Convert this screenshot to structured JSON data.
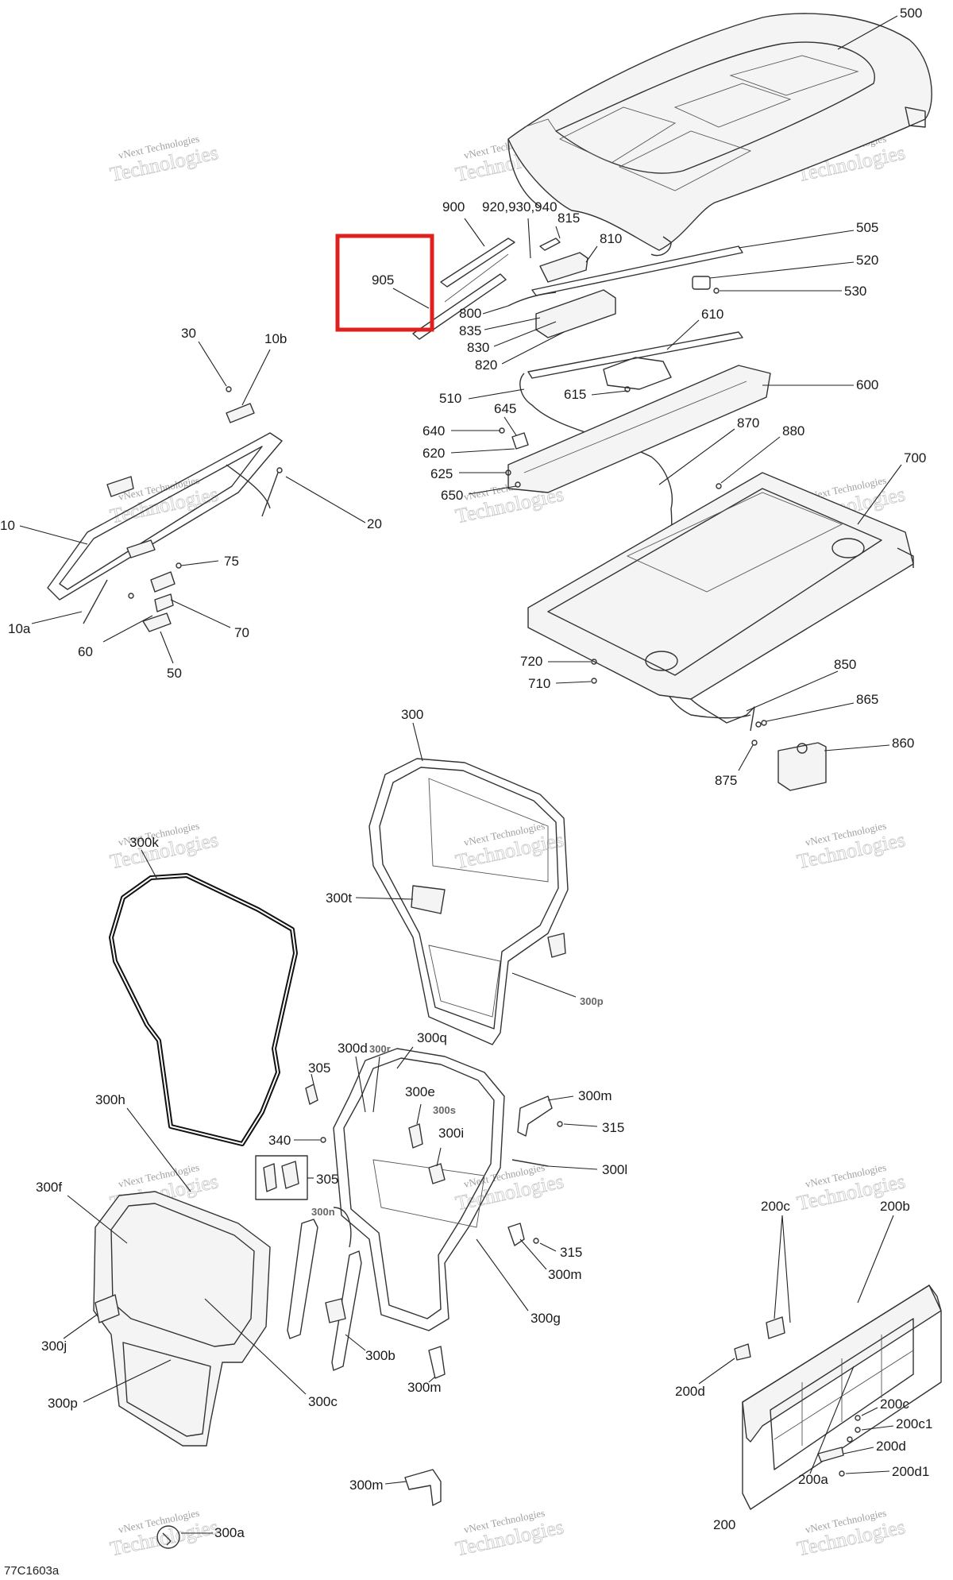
{
  "diagram": {
    "doc_id": "77C1603a",
    "watermark": {
      "line1": "vNext Technologies",
      "line2": "Technologies"
    },
    "highlight_color": "#e0201c",
    "highlighted_part": "905",
    "callouts": {
      "p500": "500",
      "p505": "505",
      "p520": "520",
      "p530": "530",
      "p900": "900",
      "p920": "920,930,940",
      "p815": "815",
      "p810": "810",
      "p905": "905",
      "p800": "800",
      "p835": "835",
      "p830": "830",
      "p820": "820",
      "p610": "610",
      "p600": "600",
      "p615": "615",
      "p510": "510",
      "p645": "645",
      "p640": "640",
      "p620": "620",
      "p625": "625",
      "p650": "650",
      "p870": "870",
      "p880": "880",
      "p700": "700",
      "p720": "720",
      "p710": "710",
      "p850": "850",
      "p865": "865",
      "p860": "860",
      "p875": "875",
      "p30": "30",
      "p10b": "10b",
      "p20": "20",
      "p10": "10",
      "p10a": "10a",
      "p75": "75",
      "p70": "70",
      "p60": "60",
      "p50": "50",
      "p300": "300",
      "p300k": "300k",
      "p300t": "300t",
      "p300p_grey": "300p",
      "p300r": "300r",
      "p300d": "300d",
      "p300q": "300q",
      "p305a": "305",
      "p300e": "300e",
      "p300s": "300s",
      "p300m1": "300m",
      "p315a": "315",
      "p300i": "300i",
      "p340": "340",
      "p305b": "305",
      "p300l": "300l",
      "p300h": "300h",
      "p300f": "300f",
      "p300n": "300n",
      "p315b": "315",
      "p300m2": "300m",
      "p300g": "300g",
      "p300j": "300j",
      "p300b": "300b",
      "p300m3": "300m",
      "p300p": "300p",
      "p300c": "300c",
      "p300m4": "300m",
      "p300a": "300a",
      "p200c_top": "200c",
      "p200b": "200b",
      "p200d_l": "200d",
      "p200c": "200c",
      "p200c1": "200c1",
      "p200d": "200d",
      "p200a": "200a",
      "p200d1": "200d1",
      "p200": "200"
    }
  }
}
